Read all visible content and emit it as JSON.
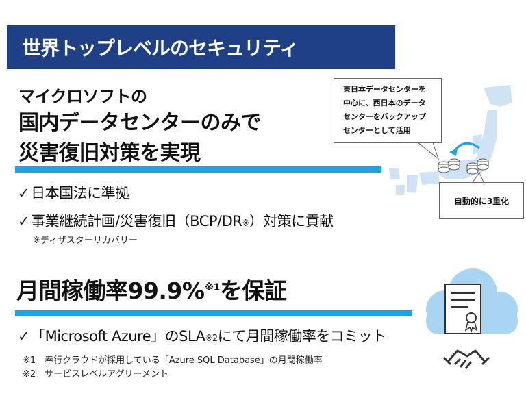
{
  "banner": {
    "title": "世界トップレベルのセキュリティ"
  },
  "section1": {
    "line1": "マイクロソフトの",
    "line2": "国内データセンターのみで",
    "line3": "災害復旧対策を実現",
    "check_mark": "✓",
    "bullet1": "日本国法に準拠",
    "bullet2_main": "事業継続計画/災害復旧（BCP/DR",
    "bullet2_ref": "※",
    "bullet2_end": "）対策に貢献",
    "footnote": "※ディザスターリカバリー"
  },
  "diagram": {
    "callout_lines": [
      "東日本データセンターを",
      "中心に、西日本のデータ",
      "センターをバックアップ",
      "センターとして活用"
    ],
    "tag": "自動的に3重化"
  },
  "section2": {
    "title_main": "月間稼働率99.9%",
    "title_ref": "※1",
    "title_end": "を保証",
    "bullet_main": "「Microsoft Azure」のSLA",
    "bullet_ref": "※2",
    "bullet_end": "にて月間稼働率をコミット",
    "note1": "※1　奉行クラウドが採用している「Azure SQL Database」の月間稼働率",
    "note2": "※2　サービスレベルアグリーメント"
  }
}
